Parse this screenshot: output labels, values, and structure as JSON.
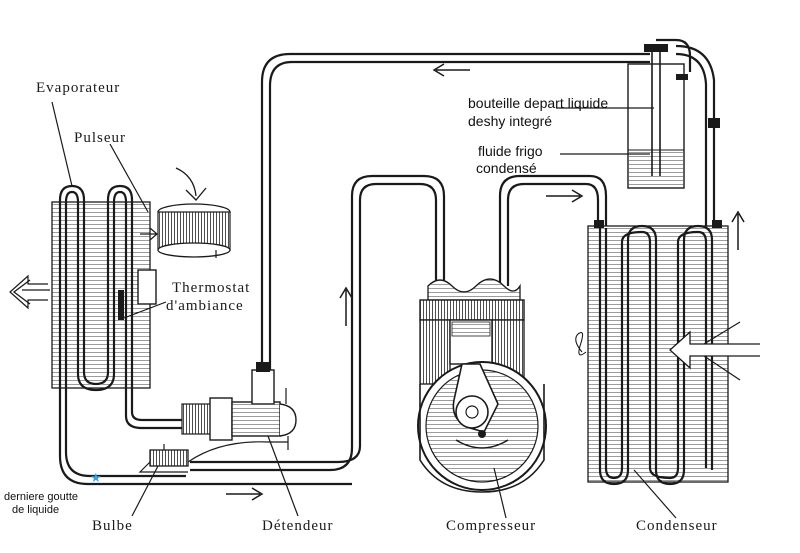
{
  "labels": {
    "evaporateur": "Evaporateur",
    "pulseur": "Pulseur",
    "thermostat_line1": "Thermostat",
    "thermostat_line2": "d'ambiance",
    "bouteille_line1": "bouteille depart liquide",
    "bouteille_line2": "deshy integré",
    "fluide_line1": "fluide frigo",
    "fluide_line2": "condensé",
    "derniere_line1": "derniere goutte",
    "derniere_line2": "de liquide",
    "bulbe": "Bulbe",
    "detendeur": "Détendeur",
    "compresseur": "Compresseur",
    "condenseur": "Condenseur"
  },
  "colors": {
    "ink": "#1a1a1a",
    "drop_marker": "#3aa0e0"
  },
  "icons": {
    "star": "drop-star-icon"
  }
}
